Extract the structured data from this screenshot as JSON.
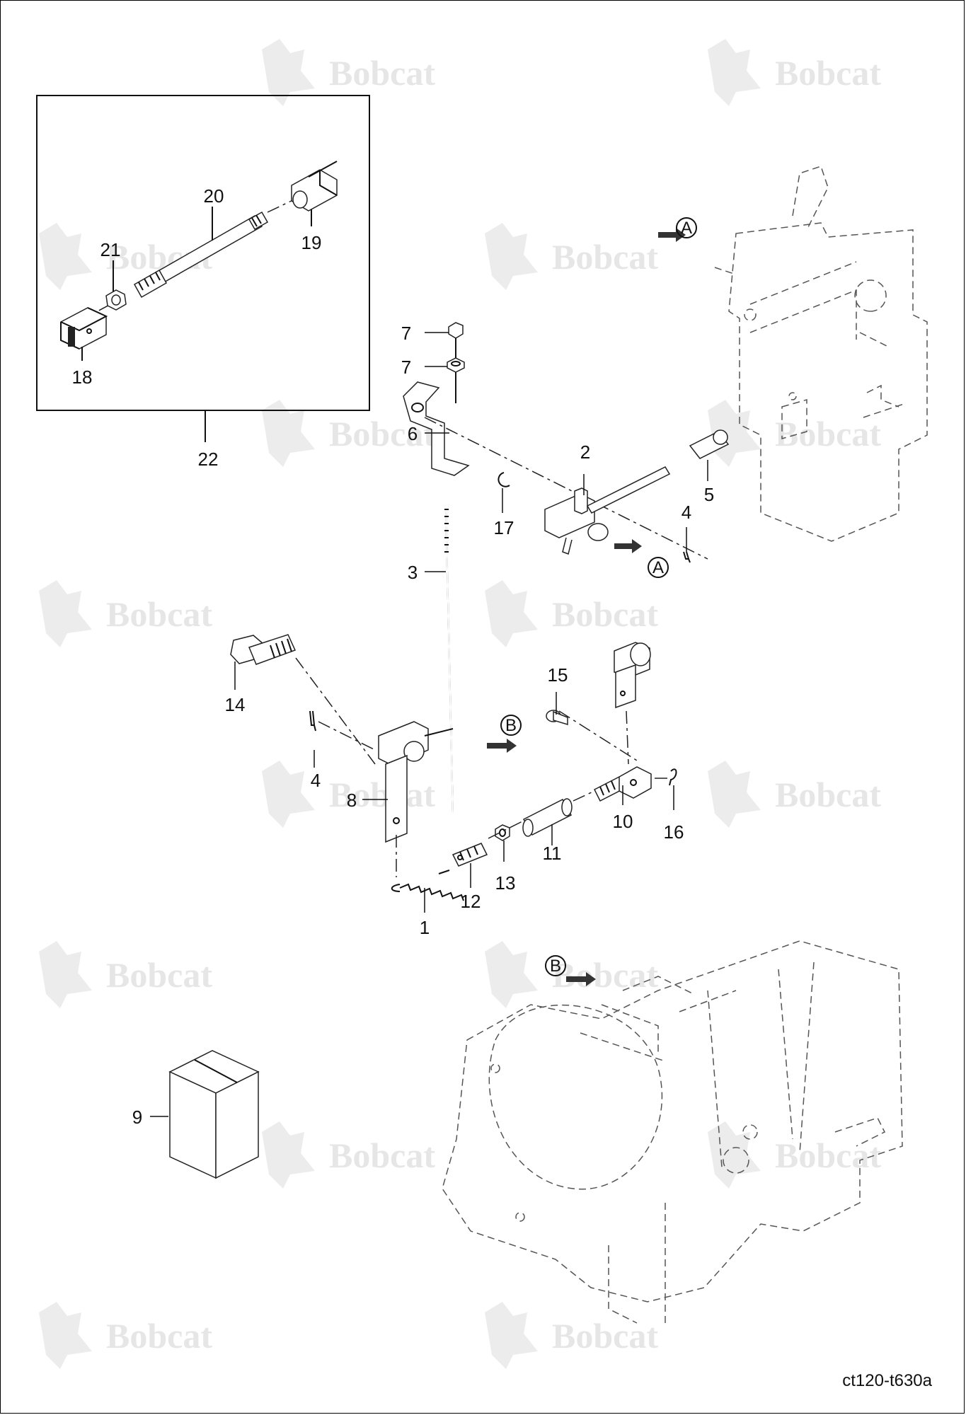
{
  "watermark_text": "Bobcat",
  "reference_code": "ct120-t630a",
  "callouts": {
    "c1": "1",
    "c2": "2",
    "c3": "3",
    "c4a": "4",
    "c4b": "4",
    "c5": "5",
    "c6": "6",
    "c7a": "7",
    "c7b": "7",
    "c8": "8",
    "c9": "9",
    "c10": "10",
    "c11": "11",
    "c12": "12",
    "c13": "13",
    "c14": "14",
    "c15": "15",
    "c16": "16",
    "c17": "17",
    "c18": "18",
    "c19": "19",
    "c20": "20",
    "c21": "21",
    "c22": "22"
  },
  "view_markers": {
    "a1": "A",
    "a2": "A",
    "b1": "B",
    "b2": "B"
  }
}
